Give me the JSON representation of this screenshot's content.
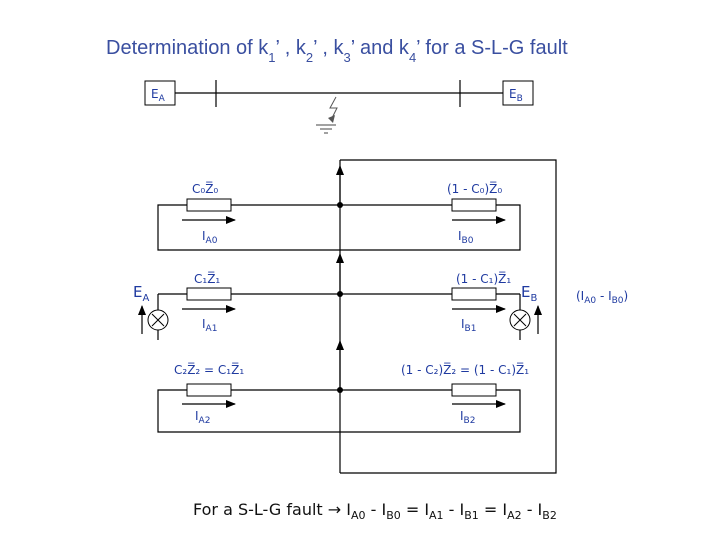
{
  "title": {
    "base": "Determination of k",
    "s1": "1",
    "p1": "’ , k",
    "s2": "2",
    "p2": "’ ,  k",
    "s3": "3",
    "p3": "’ and k",
    "s4": "4",
    "p4": "’ for a S-L-G fault"
  },
  "system": {
    "source_a": {
      "main": "E",
      "sub": "A"
    },
    "source_b": {
      "main": "E",
      "sub": "B"
    }
  },
  "zero_seq": {
    "left_imp": "C₀Z̅₀",
    "right_imp": "(1 - C₀)Z̅₀",
    "left_cur": {
      "main": "I",
      "sub": "A0"
    },
    "right_cur": {
      "main": "I",
      "sub": "B0"
    }
  },
  "pos_seq": {
    "left_imp": "C₁Z̅₁",
    "right_imp": "(1 - C₁)Z̅₁",
    "left_cur": {
      "main": "I",
      "sub": "A1"
    },
    "right_cur": {
      "main": "I",
      "sub": "B1"
    },
    "left_src": {
      "main": "E",
      "sub": "A"
    },
    "right_src": {
      "main": "E",
      "sub": "B"
    },
    "note": {
      "a": "(I",
      "s1": "A0",
      "mid": " - I",
      "s2": "B0",
      "b": ")"
    }
  },
  "neg_seq": {
    "left_imp": "C₂Z̅₂ = C₁Z̅₁",
    "right_imp": "(1 - C₂)Z̅₂ = (1 - C₁)Z̅₁",
    "left_cur": {
      "main": "I",
      "sub": "A2"
    },
    "right_cur": {
      "main": "I",
      "sub": "B2"
    }
  },
  "footer": {
    "prefix": "For a S-L-G fault ",
    "arrow": "→",
    "i1": "I",
    "s1": "A0",
    "m1": " - I",
    "s2": "B0",
    "m2": " = I",
    "s3": "A1",
    "m3": " - I",
    "s4": "B1",
    "m4": " = I",
    "s5": "A2",
    "m5": " - I",
    "s6": "B2"
  }
}
